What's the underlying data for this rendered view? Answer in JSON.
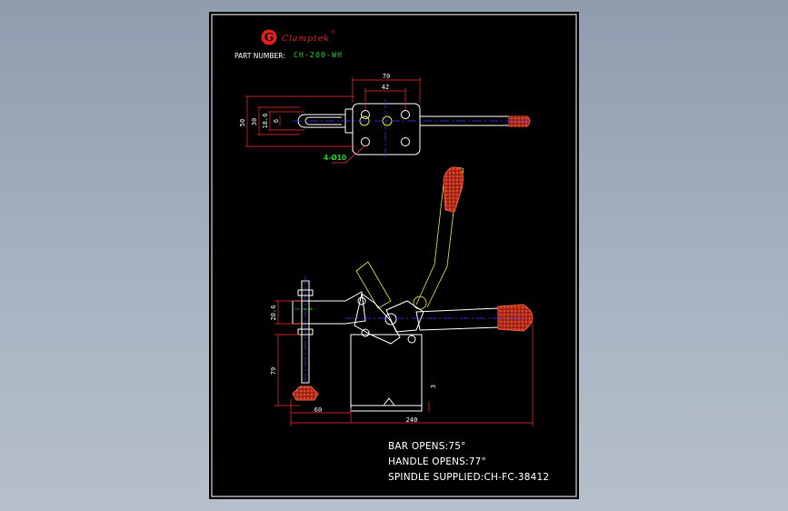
{
  "titleblock": {
    "logo_letter": "G",
    "brand": "Clamptek",
    "registered": "®",
    "part_label": "PART NUMBER:",
    "part_number": "CH-200-WH"
  },
  "dimensions": {
    "top_width": "70",
    "top_inner": "42",
    "side_50": "50",
    "side_30": "30",
    "side_18_6": "18.6",
    "side_6": "6",
    "holes": "4-Ø10",
    "front_20_6": "20.6",
    "front_79": "79",
    "bottom_60": "60",
    "overall": "240",
    "base_3": "3",
    "bar_label": "CH-200-WH"
  },
  "notes": [
    "BAR OPENS:75°",
    "HANDLE OPENS:77°",
    "SPINDLE SUPPLIED:CH-FC-38412"
  ],
  "colors": {
    "frame": "#ffffff",
    "logo_red": "#e0201e",
    "part_green": "#2bd12b",
    "dimension": "#ff2a2a",
    "outline": "#ffffff",
    "ghost_handle": "#e8e83a",
    "centerline": "#3c3cff",
    "grip": "#c0301e"
  }
}
